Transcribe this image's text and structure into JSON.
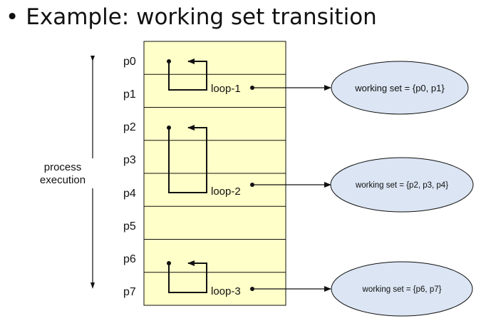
{
  "slide": {
    "title": "Example: working set transition",
    "bullet": "•"
  },
  "diagram": {
    "pages": [
      "p0",
      "p1",
      "p2",
      "p3",
      "p4",
      "p5",
      "p6",
      "p7"
    ],
    "axis_label_lines": [
      "process",
      "execution"
    ],
    "loops": [
      {
        "label": "loop-1",
        "working_set": "working set = {p0, p1}"
      },
      {
        "label": "loop-2",
        "working_set": "working set = {p2, p3, p4}"
      },
      {
        "label": "loop-3",
        "working_set": "working set = {p6, p7}"
      }
    ],
    "colors": {
      "page_fill": "#ffffc9",
      "ellipse_fill": "#dbe5f3",
      "line": "#111111"
    }
  }
}
